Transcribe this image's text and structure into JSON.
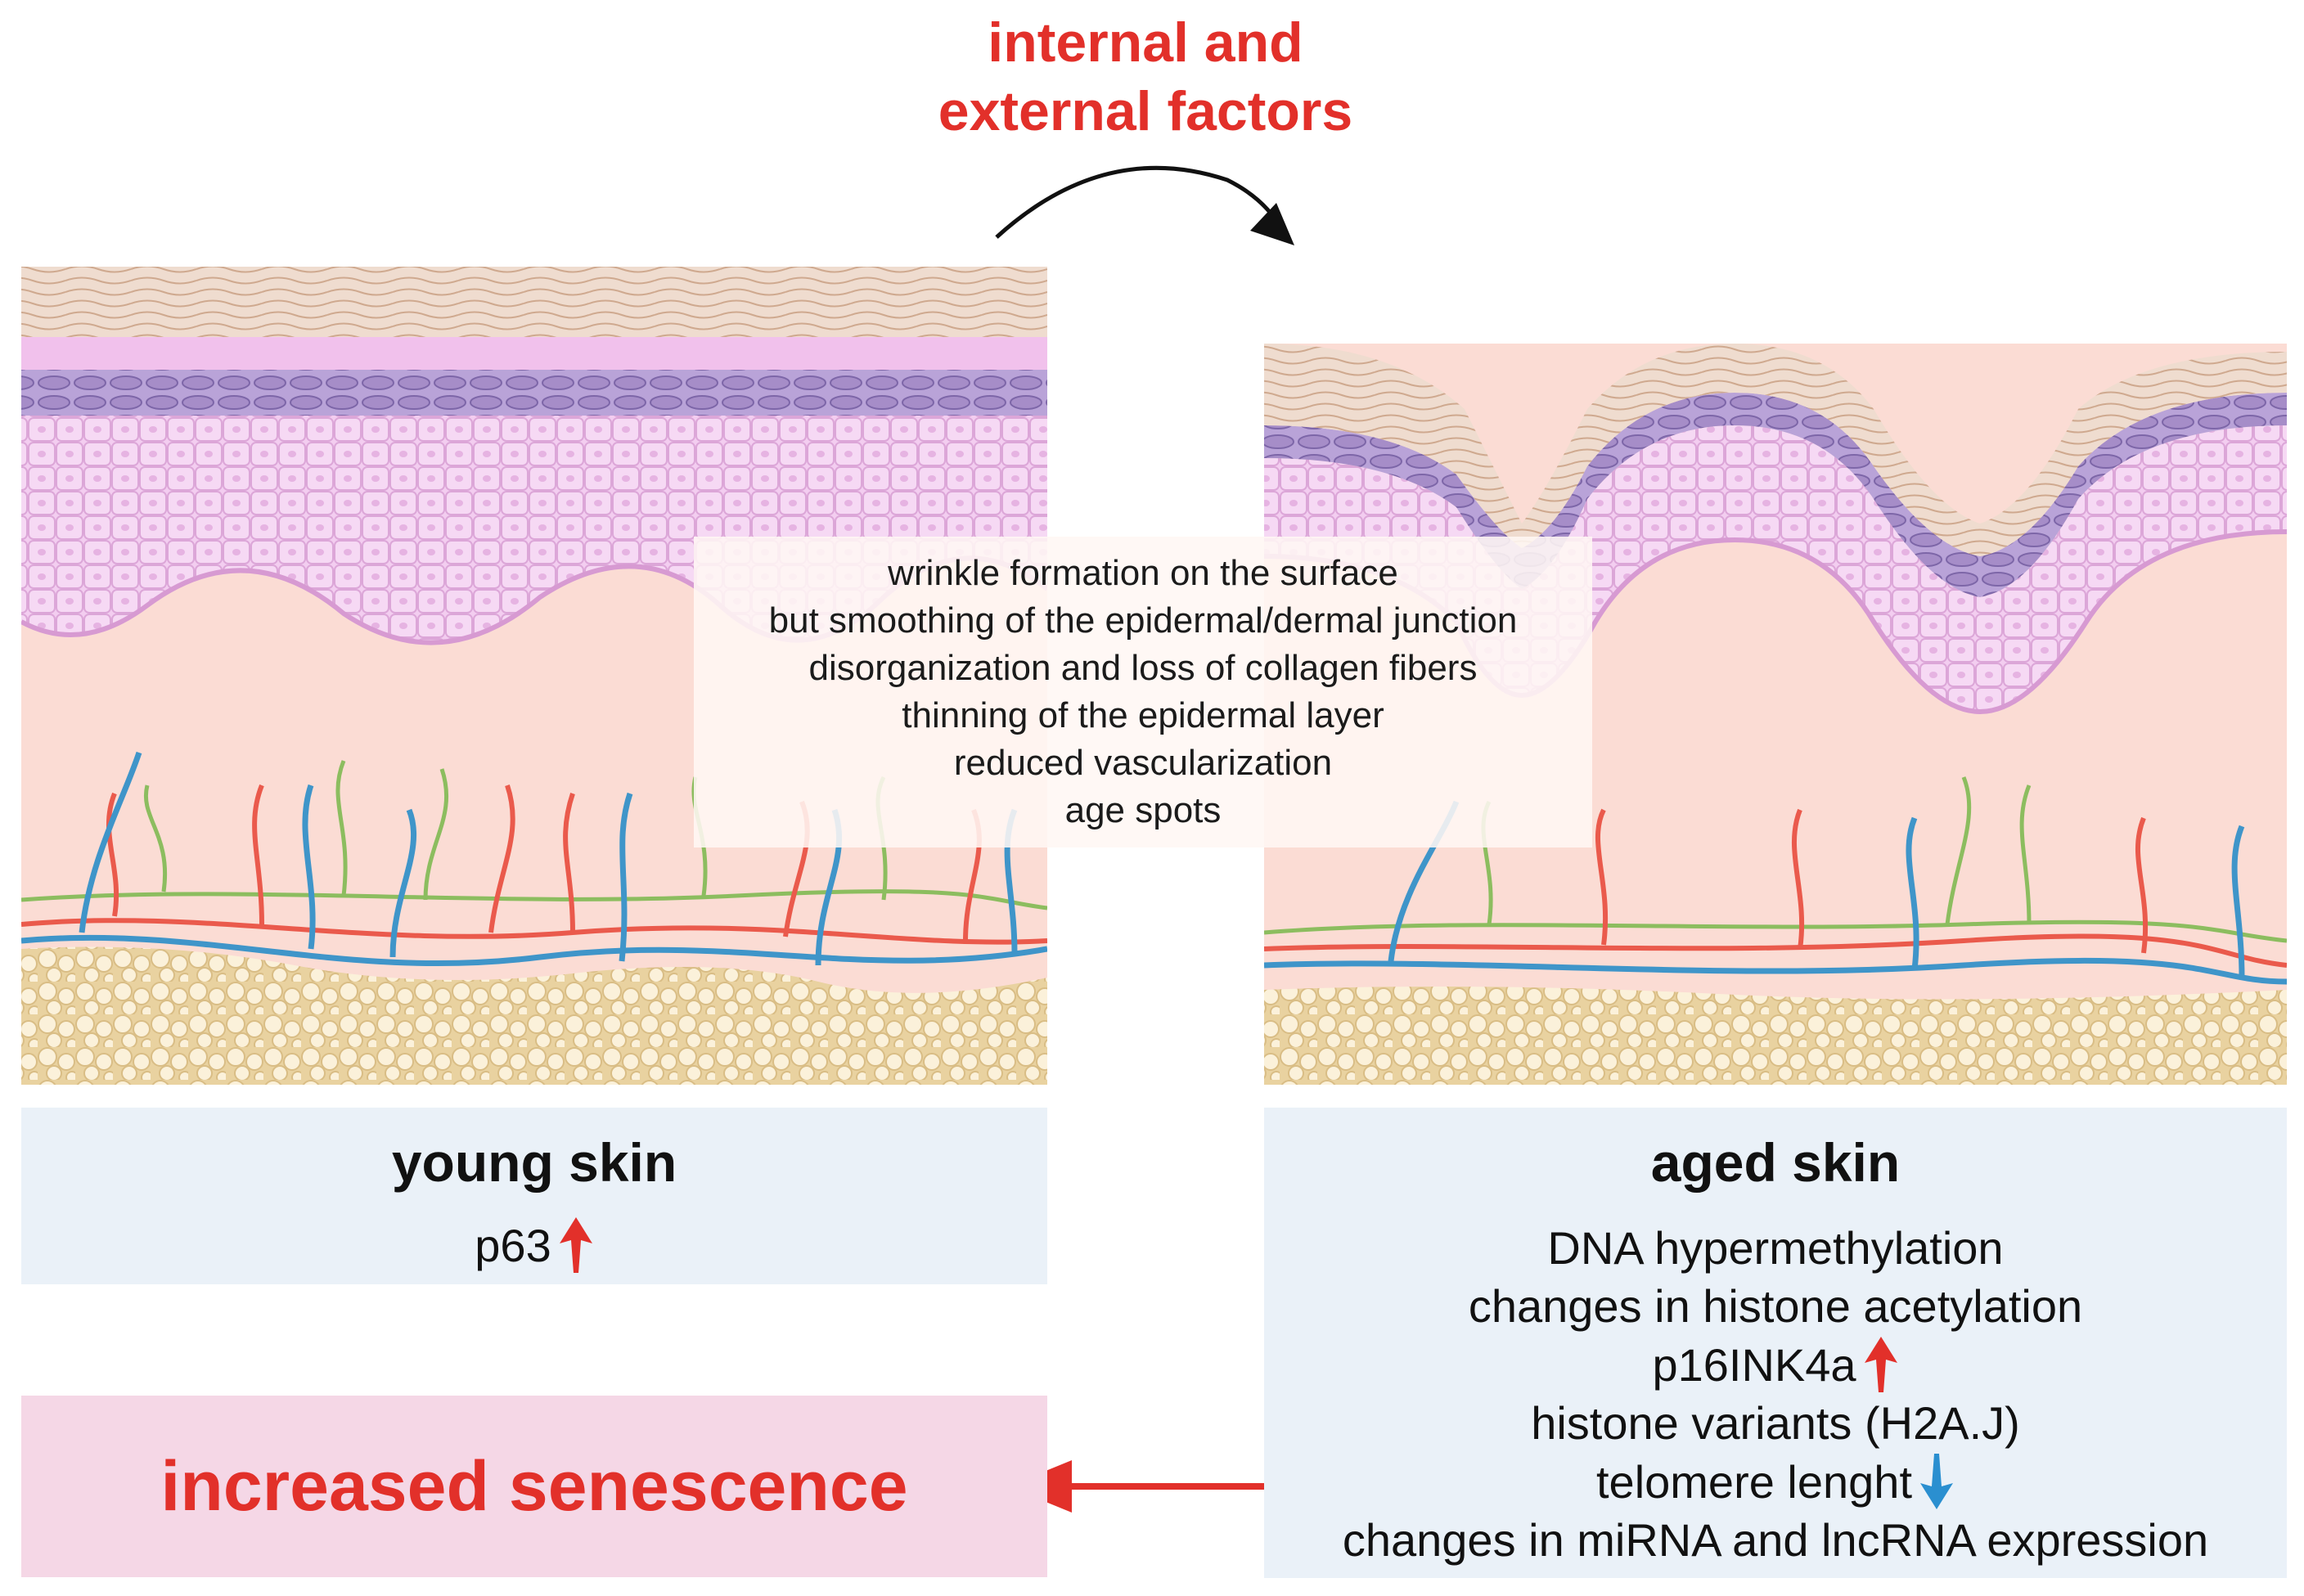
{
  "factors": {
    "line1": "internal and",
    "line2": "external factors"
  },
  "aging_changes": [
    "wrinkle formation on the surface",
    "but smoothing of the epidermal/dermal junction",
    "disorganization and loss of collagen fibers",
    "thinning of the epidermal layer",
    "reduced vascularization",
    "age spots"
  ],
  "young_skin": {
    "title": "young skin",
    "markers": [
      {
        "text": "p63",
        "trend": "up"
      }
    ]
  },
  "aged_skin": {
    "title": "aged skin",
    "markers": [
      {
        "text": "DNA hypermethylation",
        "trend": "none"
      },
      {
        "text": "changes in histone acetylation",
        "trend": "none"
      },
      {
        "text": "p16INK4a",
        "trend": "up"
      },
      {
        "text": "histone variants (H2A.J)",
        "trend": "none"
      },
      {
        "text": "telomere lenght",
        "trend": "down"
      },
      {
        "text": "changes in miRNA and lncRNA expression",
        "trend": "none"
      }
    ]
  },
  "outcome": {
    "label": "increased senescence"
  },
  "colors": {
    "accent_red": "#e2302a",
    "down_blue": "#2a8fd0",
    "panel_blue": "#eaf1f8",
    "outcome_pink": "#f5d7e6",
    "stratum_corneum": "#ead3c6",
    "epidermis": "#f3cdf0",
    "basal_layer": "#a68dc8",
    "dermis": "#fbdcd4",
    "fat": "#f7eacb",
    "vessel_blue": "#3f95c9",
    "vessel_red": "#ea5a4c",
    "nerve_green": "#8cbd5f"
  }
}
